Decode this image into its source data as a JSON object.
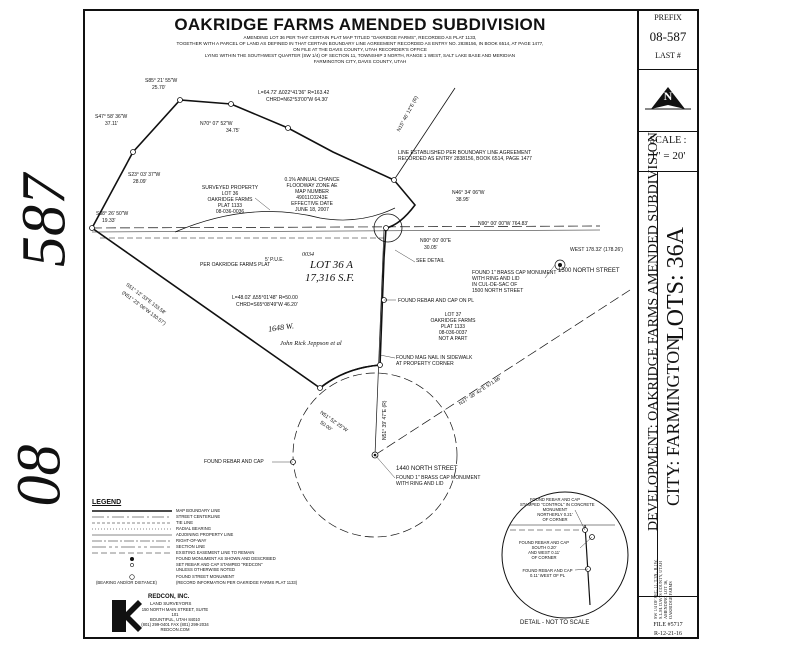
{
  "margin_numbers": {
    "top": "587",
    "bottom": "08"
  },
  "header": {
    "title": "OAKRIDGE FARMS AMENDED SUBDIVISION",
    "line1": "AMENDING LOT 36 PER THAT CERTAIN PLAT MAP TITLED \"OAKRIDGE FARMS\", RECORDED AS PLAT 1133,",
    "line2": "TOGETHER WITH A PARCEL OF LAND AS DEFINED IN THAT CERTAIN BOUNDARY LINE AGREEMENT RECORDED AS ENTRY NO. 2838156, IN BOOK 6514, AT PAGE 1477,",
    "line3": "ON FILE AT THE DAVIS COUNTY, UTAH RECORDER'S OFFICE",
    "line4": "LYING WITHIN THE SOUTHWEST QUARTER (SW 1/4) OF SECTION 11, TOWNSHIP 3 NORTH, RANGE 1 WEST, SALT LAKE BASE AND MERIDIAN",
    "line5": "FARMINGTON CITY, DAVIS COUNTY, UTAH"
  },
  "title_block": {
    "prefix_label": "PREFIX",
    "prefix_value": "08-587",
    "last_label": "LAST #",
    "north": "N",
    "scale_label": "SCALE :",
    "scale_value": "1\" = 20'",
    "development": "DEVELOPMENT: OAKRIDGE FARMS AMENDED SUBDIVISION",
    "city": "CITY: FARMINGTON",
    "lots": "LOTS: 36A",
    "location_lines": [
      "SW 1/4 OF SEC. 11, T.3N., R.1W.",
      "S.L.M. DAVIS COUNTY, UTAH",
      "AMENDING LOT 36,",
      "OAKRIDGE FARMS"
    ],
    "file_label": "FILE #5717",
    "date_code": "R-12-21-16"
  },
  "plat_labels": {
    "c1": "S85° 21' 55\"W",
    "c1b": "25.70'",
    "c2": "S47° 58' 36\"W",
    "c2b": "37.11'",
    "c3": "N70° 07' 52\"W",
    "c3b": "34.75'",
    "c4": "L=64.72'   Δ022°41'36\"  R=163.42",
    "c4b": "CHRD=N62°53'00\"W 64.30'",
    "c5": "S23° 03' 37\"W",
    "c5b": "28.09'",
    "c6": "S38° 26' 50\"W",
    "c6b": "19.33'",
    "surveyed": [
      "SURVEYED PROPERTY",
      "LOT 36",
      "OAKRIDGE FARMS",
      "PLAT 1133",
      "08-036-0036"
    ],
    "flood": [
      "0.1% ANNUAL CHANCE",
      "FLOODWAY ZONE AE",
      "MAP NUMBER",
      "49011C0243E",
      "EFFECTIVE DATE",
      "JUNE 18, 2007"
    ],
    "line_est": [
      "LINE ESTABLISHED PER BOUNDARY LINE AGREEMENT",
      "RECORDED AS ENTRY 2838156, BOOK 6514, PAGE 1477"
    ],
    "n15": "N15° 46' 12\"E (R)",
    "n46": "N46° 34' 06\"W",
    "n46b": "38.95'",
    "n90a": "N90° 00' 00\"W  764.83'",
    "n90b": "N90° 00' 00\"E",
    "n90c": "30.05'",
    "see_detail": "SEE DETAIL",
    "found_brass": [
      "FOUND 1\" BRASS CAP MONUMENT",
      "WITH RING AND LID",
      "IN CUL-DE-SAC OF",
      "1500 NORTH STREET"
    ],
    "west": "WEST 178.32' (178.26')",
    "street_1500": "1500 NORTH STREET",
    "per_oakridge": "PER OAKRIDGE FARMS PLAT",
    "pue": "5' P.U.E.",
    "lot_hand": "LOT 36 A",
    "sf_hand": "17,316 S.F.",
    "addr_hand": "0034",
    "arc": "L=48.02'   Δ55°01'48\"  R=50.00",
    "arcb": "CHRD=S65°08'49\"W 46.20'",
    "found_rebar_pl": "FOUND REBAR AND CAP ON PL",
    "lot37": [
      "LOT 37",
      "OAKRIDGE FARMS",
      "PLAT 1133",
      "08-036-0037",
      "NOT A PART"
    ],
    "hand_1648": "1648 W.",
    "hand_owner": "John Rick Jeppson et al",
    "found_nail": [
      "FOUND MAG NAIL IN SIDEWALK",
      "AT PROPERTY CORNER"
    ],
    "n51": "N51° 39' 47\"E (R)",
    "n37": "N37° 38' 42\"E 571.86'",
    "n51b": "N51° 52' 25\"W",
    "n51c": "50.00'",
    "street_1440": "1440 NORTH STREET",
    "found_brass2": [
      "FOUND 1\" BRASS CAP MONUMENT",
      "WITH RING AND LID"
    ],
    "found_rebar": "FOUND REBAR AND CAP",
    "s51": "S51° 12' 33\"E 133.58'",
    "s51b": "(N51° 23' 06\"W 130.57')"
  },
  "legend": {
    "title": "LEGEND",
    "items": [
      "MAP BOUNDARY LINE",
      "STREET CENTERLINE",
      "TIE LINE",
      "RADIAL BEARING",
      "ADJOINING PROPERTY LINE",
      "RIGHT-OF-WAY",
      "SECTION LINE",
      "EXISTING EASEMENT LINE TO REMAIN",
      "FOUND MONUMENT AS SHOWN AND DESCRIBED",
      "SET REBAR AND CAP STAMPED \"REDCON\"",
      "UNLESS OTHERWISE NOTED",
      "FOUND STREET MONUMENT",
      "(RECORD INFORMATION PER OAKRIDGE FARMS PLAT 1133)"
    ],
    "bearing_note": "(BEARING AND/OR DISTANCE)"
  },
  "company": {
    "name": "REDCON, INC.",
    "sub": "LAND SURVEYORS",
    "lines": [
      "150 NORTH MAIN STREET, SUITE 101",
      "BOUNTIFUL, UTAH 84010",
      "(801) 299-0401  FAX (801) 299-2034",
      "REDCON.COM"
    ]
  },
  "detail": {
    "label": "DETAIL - NOT TO SCALE",
    "n1": [
      "FOUND REBAR AND CAP",
      "STAMPED \"CONTROL\" IN CONCRETE",
      "MONUMENT",
      "NORTHERLY 0.21'",
      "OF CORNER"
    ],
    "n2": [
      "FOUND REBAR AND CAP",
      "SOUTH 0.20'",
      "AND WEST 0.11'",
      "OF CORNER"
    ],
    "n3": [
      "FOUND REBAR AND CAP",
      "0.11' WEST OF PL"
    ]
  }
}
